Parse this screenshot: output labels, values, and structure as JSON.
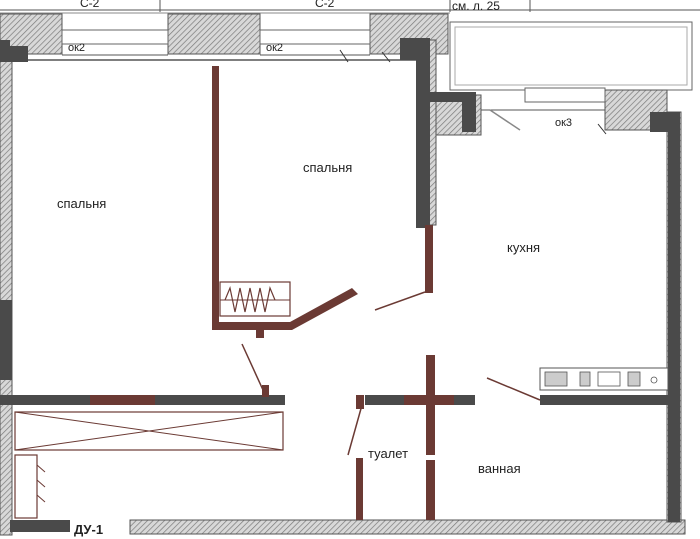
{
  "header": {
    "left_code": "С-2",
    "mid_code": "С-2",
    "sheet_ref": "см. л. 25"
  },
  "rooms": {
    "bedroom_left": "спальня",
    "bedroom_top": "спальня",
    "kitchen": "кухня",
    "toilet": "туалет",
    "bathroom": "ванная"
  },
  "windows": {
    "w1": "ок2",
    "w2": "ок2",
    "w3": "ок3"
  },
  "duct": "ДУ-1",
  "colors": {
    "outer_wall": "#4a4a4a",
    "partition": "#6b3a34",
    "paper": "#ffffff",
    "hatch": "#5a2f2a"
  }
}
